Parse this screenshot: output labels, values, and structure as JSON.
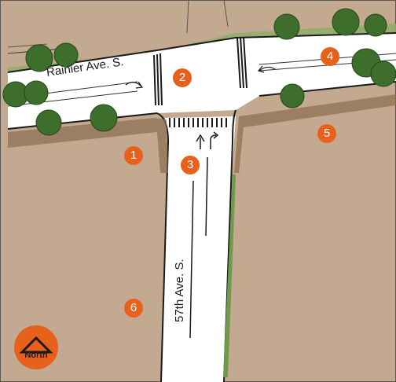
{
  "streets": {
    "rainier": "Rainier Ave. S.",
    "fifty_seventh": "57th Ave. S."
  },
  "markers": [
    "1",
    "2",
    "3",
    "4",
    "5",
    "6"
  ],
  "north_arrow": {
    "label": "North"
  },
  "colors": {
    "ground": "#c2a98f",
    "road": "#ffffff",
    "planting_strip": "#8fae6b",
    "tree": "#3d6e2c",
    "marker": "#e8611c"
  }
}
